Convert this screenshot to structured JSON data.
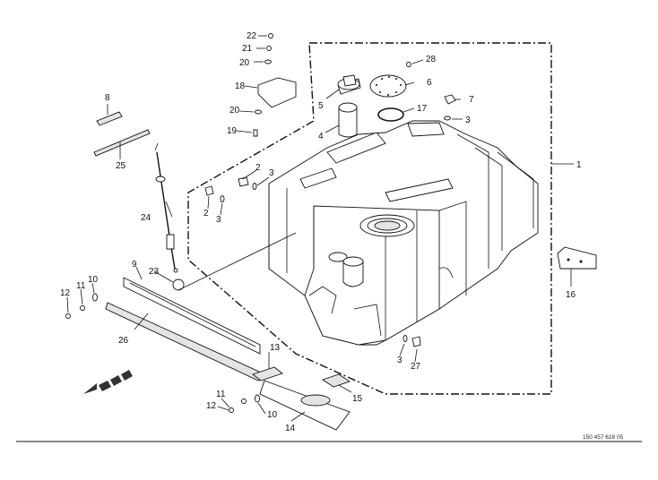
{
  "diagram": {
    "drawing_code": "150 457 628 05",
    "callouts": [
      "1",
      "2",
      "2",
      "3",
      "3",
      "3",
      "3",
      "4",
      "5",
      "6",
      "7",
      "8",
      "9",
      "10",
      "10",
      "11",
      "11",
      "12",
      "12",
      "13",
      "14",
      "15",
      "16",
      "17",
      "18",
      "19",
      "20",
      "20",
      "21",
      "22",
      "23",
      "24",
      "25",
      "26",
      "27",
      "28"
    ],
    "colors": {
      "ink": "#111111",
      "paper": "#ffffff",
      "shade": "#e4e4e4",
      "arrow": "#333333"
    }
  }
}
